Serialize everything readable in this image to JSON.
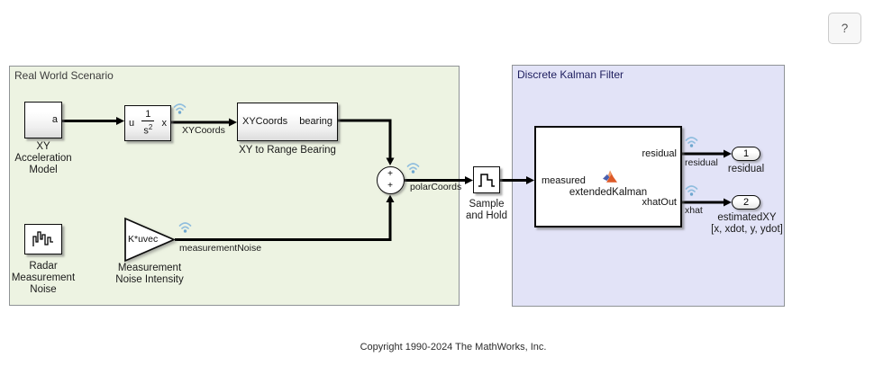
{
  "help": {
    "label": "?"
  },
  "areas": {
    "real_world": {
      "title": "Real World Scenario",
      "bg": "#edf3e2"
    },
    "kalman_filter": {
      "title": "Discrete Kalman Filter",
      "bg": "#e2e3f7"
    }
  },
  "blocks": {
    "xy_accel": {
      "out_port": "a",
      "label1": "XY",
      "label2": "Acceleration",
      "label3": "Model"
    },
    "integrator": {
      "in_port": "u",
      "out_port": "x",
      "num": "1",
      "den_base": "s",
      "den_exp": "2"
    },
    "xy_to_range_bearing": {
      "in_port": "XYCoords",
      "out_port": "bearing",
      "label": "XY to Range Bearing"
    },
    "sum": {
      "top_sign": "+",
      "bottom_sign": "+"
    },
    "sample_hold": {
      "label1": "Sample",
      "label2": "and Hold"
    },
    "radar_noise": {
      "label1": "Radar",
      "label2": "Measurement",
      "label3": "Noise"
    },
    "gain": {
      "expr": "K*uvec",
      "label1": "Measurement",
      "label2": "Noise Intensity"
    },
    "extended_kalman": {
      "in_port": "measured",
      "out_port_top": "residual",
      "out_port_bottom": "xhatOut",
      "label": "extendedKalman"
    },
    "outport_residual": {
      "index": "1",
      "label": "residual"
    },
    "outport_estimated": {
      "index": "2",
      "label1": "estimatedXY",
      "label2": "[x, xdot, y, ydot]"
    }
  },
  "signals": {
    "xy_coords": "XYCoords",
    "polar_coords": "polarCoords",
    "measurement_noise": "measurementNoise",
    "residual": "residual",
    "xhat": "xhat"
  },
  "footer": {
    "copyright": "Copyright 1990-2024 The MathWorks, Inc."
  },
  "colors": {
    "wire": "#000000",
    "wireless_icon": "#8fbdde",
    "wireless_dot": "#6fa7cf"
  }
}
